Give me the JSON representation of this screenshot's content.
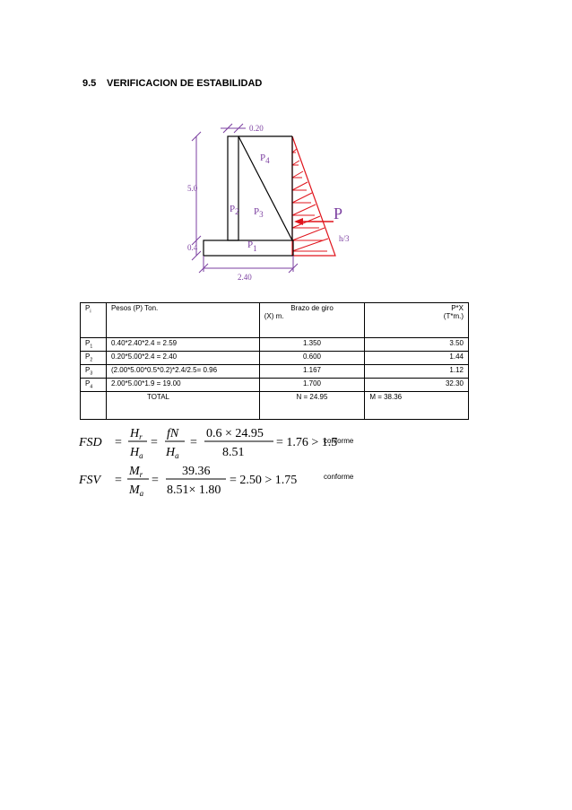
{
  "section": {
    "number": "9.5",
    "title": "VERIFICACION DE ESTABILIDAD"
  },
  "diagram": {
    "dim_top": "0.20",
    "dim_height": "5.0",
    "dim_base_thickness": "0.4",
    "dim_base_width": "2.40",
    "label_p1": "P",
    "label_p1_sub": "1",
    "label_p2": "P",
    "label_p2_sub": "2",
    "label_p3": "P",
    "label_p3_sub": "3",
    "label_p4": "P",
    "label_p4_sub": "4",
    "label_force": "P",
    "label_h3": "h/3",
    "colors": {
      "structure": "#000000",
      "dimension": "#7b3fa0",
      "pressure": "#e0141c"
    }
  },
  "table": {
    "header": {
      "col1": "P",
      "col1_sub": "i",
      "col2": "Pesos (P) Ton.",
      "col3_line1": "Brazo de giro",
      "col3_line2": "(X) m.",
      "col4_line1": "P*X",
      "col4_line2": "(T*m.)"
    },
    "rows": [
      {
        "p": "P",
        "sub": "1",
        "peso": "0.40*2.40*2.4  = 2.59",
        "brazo": "1.350",
        "px": "3.50"
      },
      {
        "p": "P",
        "sub": "2",
        "peso": "0.20*5.00*2.4  = 2.40",
        "brazo": "0.600",
        "px": "1.44"
      },
      {
        "p": "P",
        "sub": "3",
        "peso": "(2.00*5.00*0.5*0.2)*2.4/2.5= 0.96",
        "brazo": "1.167",
        "px": "1.12"
      },
      {
        "p": "P",
        "sub": "4",
        "peso": "2.00*5.00*1.9  = 19.00",
        "brazo": "1.700",
        "px": "32.30"
      }
    ],
    "total": {
      "label": "TOTAL",
      "n": "N = 24.95",
      "m": "M = 38.36"
    }
  },
  "formulas": {
    "fsd": {
      "lhs": "FSD",
      "num1": "H",
      "num1_sub": "r",
      "den1": "H",
      "den1_sub": "a",
      "num2": "fN",
      "den2": "H",
      "den2_sub": "a",
      "num3": "0.6 × 24.95",
      "den3": "8.51",
      "result": "= 1.76 > 1.5",
      "status": "conforme"
    },
    "fsv": {
      "lhs": "FSV",
      "num1": "M",
      "num1_sub": "r",
      "den1": "M",
      "den1_sub": "a",
      "num2": "39.36",
      "den2": "8.51× 1.80",
      "result": "= 2.50 > 1.75",
      "status": "conforme"
    }
  }
}
